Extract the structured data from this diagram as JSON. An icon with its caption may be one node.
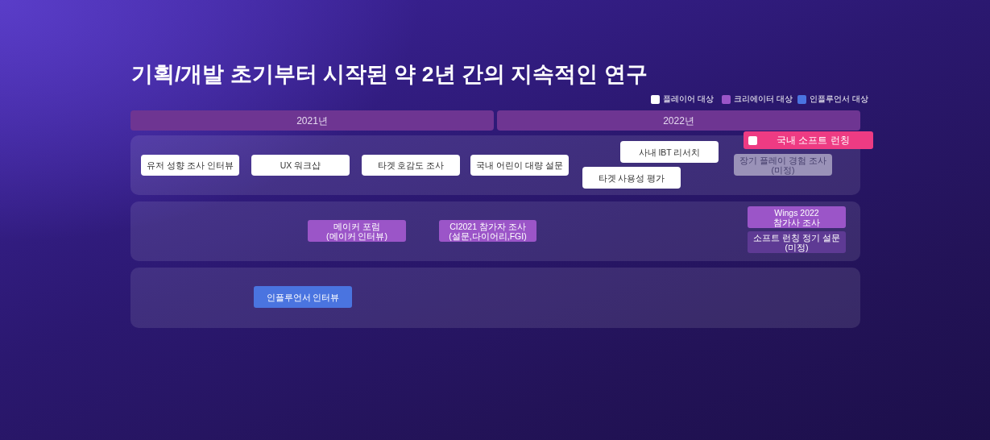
{
  "diagram": {
    "title": "기획/개발 초기부터 시작된 약 2년 간의 지속적인 연구",
    "nodes": [
      {
        "text": [
          "2021년"
        ]
      },
      {
        "text": [
          "2022년"
        ]
      },
      {
        "text": [
          "국내 소프트 런칭"
        ]
      },
      {
        "text": [],
        "shape": "box"
      },
      {
        "text": [
          "유저 성향 조사 인터뷰"
        ],
        "in": 3
      },
      {
        "text": [
          "UX 워크샵"
        ],
        "in": 3
      },
      {
        "text": [
          "타겟 호감도 조사"
        ],
        "in": 3
      },
      {
        "text": [
          "국내 어린이 대량 설문"
        ],
        "in": 3
      },
      {
        "text": [
          "사내 IBT 리서치"
        ],
        "in": 3
      },
      {
        "text": [
          "타겟 사용성 평가"
        ],
        "in": 3
      },
      {
        "text": [
          "장기 플레이 경험 조사 (미정)"
        ],
        "in": 3
      },
      {
        "text": [],
        "shape": "box"
      },
      {
        "text": [
          "메이커 포럼 (메이커 인터뷰)"
        ],
        "in": 11
      },
      {
        "text": [
          "CI2021 참가자 조사 (설문,다이어리,FGI)"
        ],
        "in": 11
      },
      {
        "text": [
          "Wings 2022 참가사 조사"
        ],
        "in": 11
      },
      {
        "text": [
          "소프트 런칭 정기 설문 (미정)"
        ],
        "in": 11
      },
      {
        "text": [],
        "shape": "box"
      },
      {
        "text": [
          "인플루언서 인터뷰"
        ],
        "in": 16
      }
    ],
    "legend": [
      {
        "text": "플레이어 대상",
        "color": "#ffffff"
      },
      {
        "text": "크리에이터 대상",
        "color": "#9b55c8"
      },
      {
        "text": "인플루언서 대상",
        "color": "#4a74e0"
      }
    ]
  }
}
